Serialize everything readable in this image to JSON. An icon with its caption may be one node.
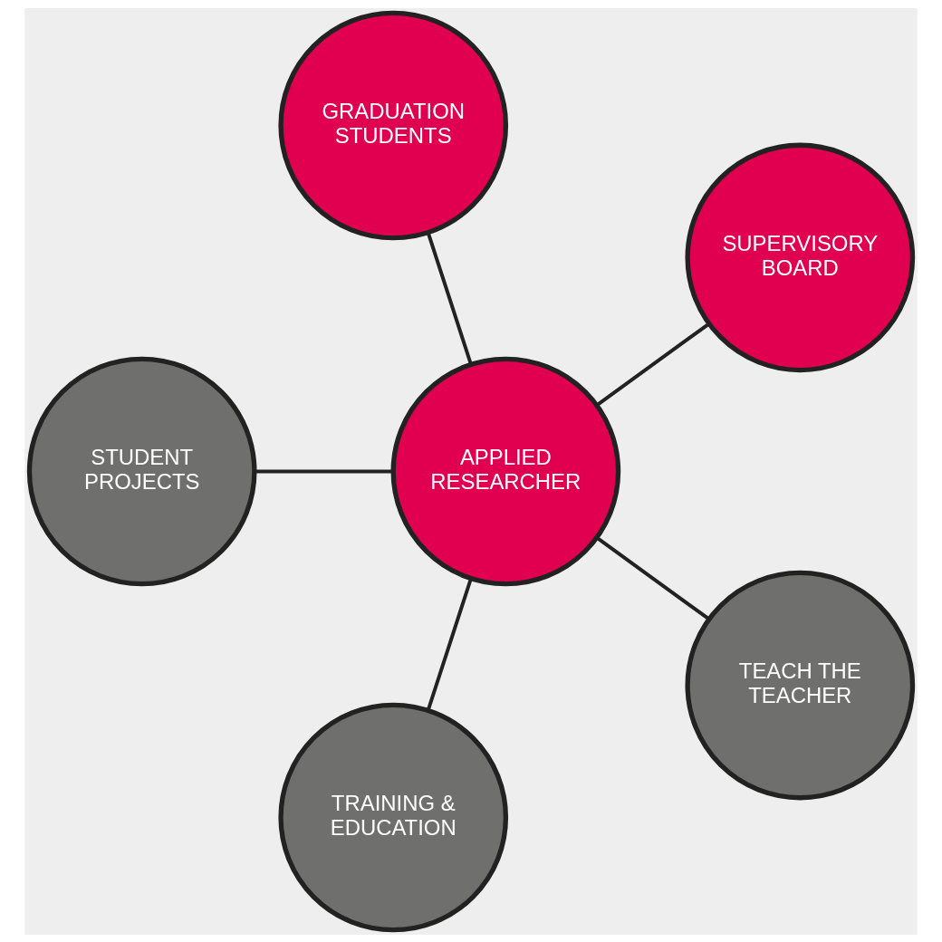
{
  "diagram": {
    "nodes": [
      {
        "text": [
          "SUPERVISORY BOARD"
        ]
      },
      {
        "text": [
          "GRADUATION STUDENTS"
        ]
      },
      {
        "text": [
          "APPLIED RESEARCHER"
        ]
      },
      {
        "text": [
          "STUDENT PROJECTS"
        ]
      },
      {
        "text": [
          "TRAINING & EDUCATION"
        ]
      },
      {
        "text": [
          "TEACH THE TEACHER"
        ]
      }
    ],
    "edges": [
      {
        "from": 2,
        "to": 0,
        "arrow": "none"
      },
      {
        "from": 2,
        "to": 1,
        "arrow": "none"
      },
      {
        "from": 2,
        "to": 3,
        "arrow": "none"
      },
      {
        "from": 2,
        "to": 4,
        "arrow": "none"
      },
      {
        "from": 2,
        "to": 5,
        "arrow": "none"
      }
    ]
  }
}
